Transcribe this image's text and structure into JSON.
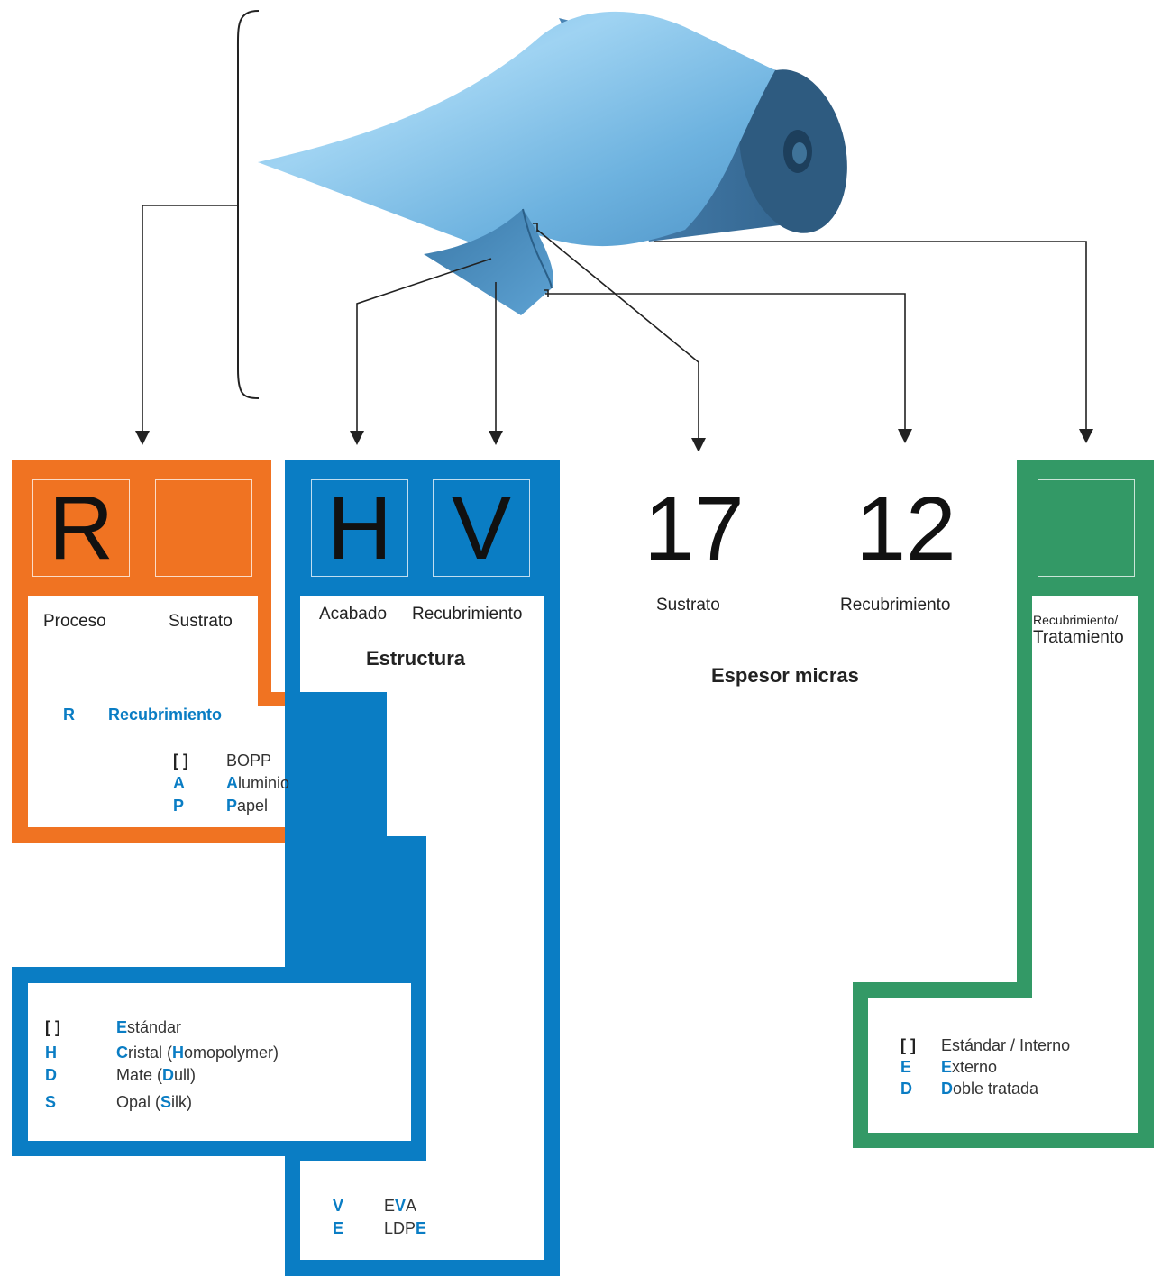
{
  "colors": {
    "orange": "#f07322",
    "blue": "#0a7dc4",
    "green": "#339966",
    "film_light": "#8fcbee",
    "film_dark": "#3d7fb0",
    "roll_dark": "#34648f"
  },
  "codes": {
    "process_letter": "R",
    "substrate_letter": "",
    "finish_letter": "H",
    "coating_letter": "V",
    "substrate_thickness": "17",
    "coating_thickness": "12",
    "treatment_letter": ""
  },
  "labels": {
    "proceso": "Proceso",
    "sustrato": "Sustrato",
    "acabado": "Acabado",
    "recubrimiento": "Recubrimiento",
    "estructura": "Estructura",
    "sustrato_thickness": "Sustrato",
    "recubrimiento_thickness": "Recubrimiento",
    "espesor": "Espesor micras",
    "treatment_line1": "Recubrimiento/",
    "treatment_line2": "Tratamiento"
  },
  "process_legend": {
    "code": "R",
    "name": "Recubrimiento"
  },
  "substrate_legend": [
    {
      "code": "[ ]",
      "initial": "",
      "rest": "BOPP"
    },
    {
      "code": "A",
      "initial": "A",
      "rest": "luminio"
    },
    {
      "code": "P",
      "initial": "P",
      "rest": "apel"
    }
  ],
  "finish_legend": [
    {
      "code": "[ ]",
      "pre": "",
      "initial": "E",
      "mid": "stándar",
      "initial2": "",
      "post": ""
    },
    {
      "code": "H",
      "pre": "",
      "initial": "C",
      "mid": "ristal (",
      "initial2": "H",
      "post": "omopolymer)"
    },
    {
      "code": "D",
      "pre": "Mate (",
      "initial": "",
      "mid": "",
      "initial2": "D",
      "post": "ull)"
    },
    {
      "code": "S",
      "pre": "Opal (",
      "initial": "",
      "mid": "",
      "initial2": "S",
      "post": "ilk)"
    }
  ],
  "coating_legend": [
    {
      "code": "V",
      "pre": "E",
      "initial": "V",
      "post": "A"
    },
    {
      "code": "E",
      "pre": "LDP",
      "initial": "E",
      "post": ""
    }
  ],
  "treatment_legend": [
    {
      "code": "[ ]",
      "initial": "",
      "rest": "Estándar / Interno"
    },
    {
      "code": "E",
      "initial": "E",
      "rest": "xterno"
    },
    {
      "code": "D",
      "initial": "D",
      "rest": "oble tratada"
    }
  ]
}
